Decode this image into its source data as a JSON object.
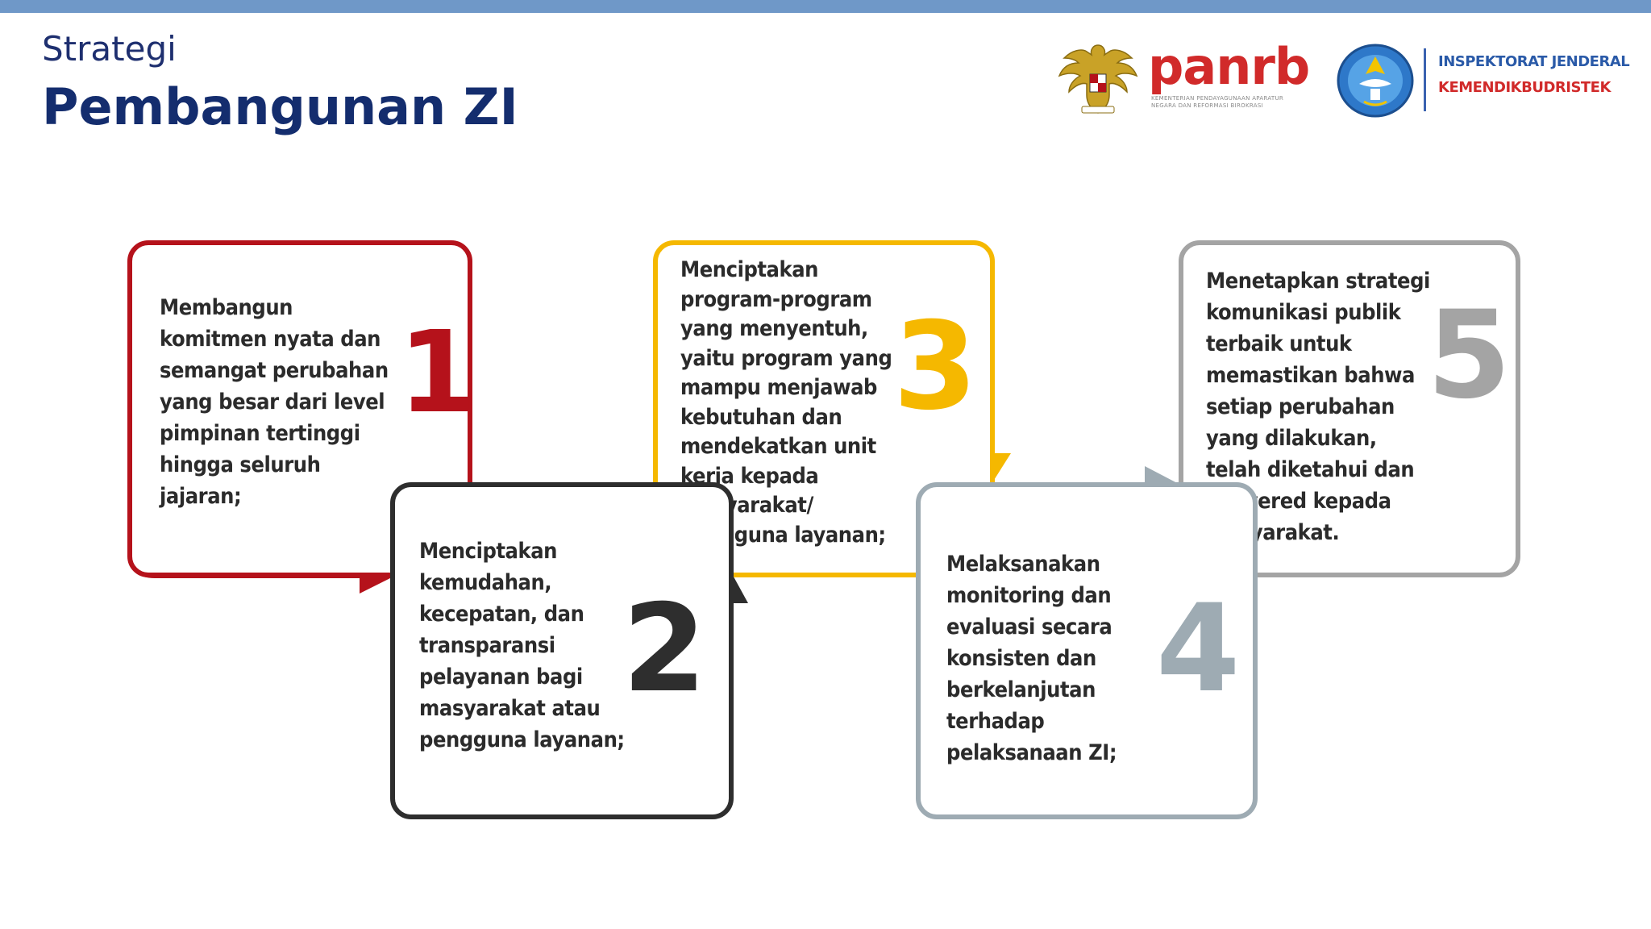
{
  "header": {
    "subtitle": "Strategi",
    "title": "Pembangunan ZI"
  },
  "logos": {
    "panrb_word": "panrb",
    "panrb_caption": "KEMENTERIAN PENDAYAGUNAAN APARATUR NEGARA DAN REFORMASI BIROKRASI",
    "inspektorat_line1": "INSPEKTORAT JENDERAL",
    "inspektorat_line2": "KEMENDIKBUDRISTEK",
    "icons": [
      "garuda-emblem",
      "tut-wuri-handayani-emblem"
    ]
  },
  "colors": {
    "top_bar": "#6f98c8",
    "title": "#142d6e",
    "step1": "#b5121b",
    "step2": "#2e2e2e",
    "step3": "#f5b800",
    "step4": "#9eabb3",
    "step5": "#a4a4a4"
  },
  "steps": [
    {
      "number": "1",
      "text": "Membangun\nkomitmen nyata dan\nsemangat perubahan\nyang besar dari level\npimpinan tertinggi\nhingga seluruh\njajaran;"
    },
    {
      "number": "2",
      "text": "Menciptakan\nkemudahan,\nkecepatan, dan\ntransparansi\npelayanan bagi\nmasyarakat atau\npengguna layanan;"
    },
    {
      "number": "3",
      "text": "Menciptakan\nprogram-program\nyang menyentuh,\nyaitu program yang\nmampu menjawab\nkebutuhan dan\nmendekatkan unit\nkerja kepada\nmasyarakat/\npengguna layanan;"
    },
    {
      "number": "4",
      "text": "Melaksanakan\nmonitoring dan\nevaluasi secara\nkonsisten dan\nberkelanjutan\nterhadap\npelaksanaan ZI;"
    },
    {
      "number": "5",
      "text": "Menetapkan strategi\nkomunikasi publik\nterbaik untuk\nmemastikan bahwa\nsetiap perubahan\nyang dilakukan,\ntelah diketahui dan\ndelivered kepada\nmasyarakat."
    }
  ]
}
